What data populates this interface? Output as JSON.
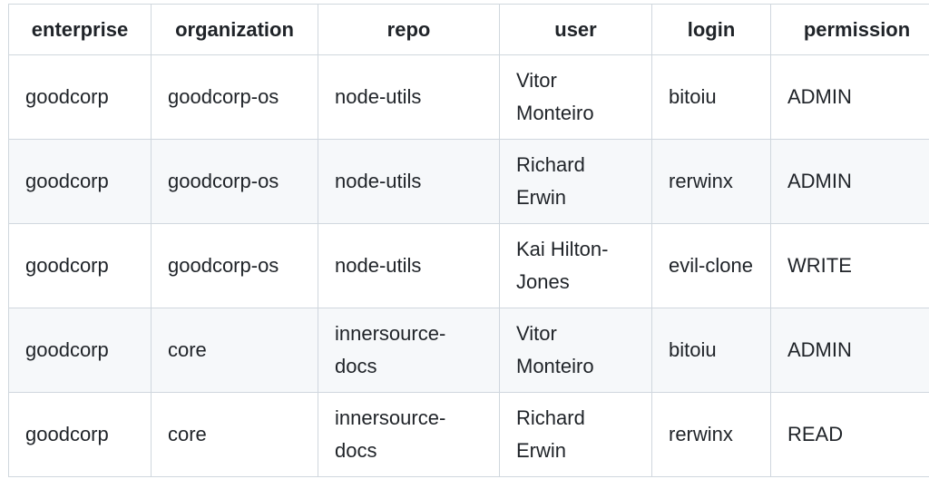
{
  "table": {
    "headers": [
      "enterprise",
      "organization",
      "repo",
      "user",
      "login",
      "permission"
    ],
    "rows": [
      [
        "goodcorp",
        "goodcorp-os",
        "node-utils",
        "Vitor Monteiro",
        "bitoiu",
        "ADMIN"
      ],
      [
        "goodcorp",
        "goodcorp-os",
        "node-utils",
        "Richard Erwin",
        "rerwinx",
        "ADMIN"
      ],
      [
        "goodcorp",
        "goodcorp-os",
        "node-utils",
        "Kai Hilton-Jones",
        "evil-clone",
        "WRITE"
      ],
      [
        "goodcorp",
        "core",
        "innersource-docs",
        "Vitor Monteiro",
        "bitoiu",
        "ADMIN"
      ],
      [
        "goodcorp",
        "core",
        "innersource-docs",
        "Richard Erwin",
        "rerwinx",
        "READ"
      ]
    ]
  }
}
